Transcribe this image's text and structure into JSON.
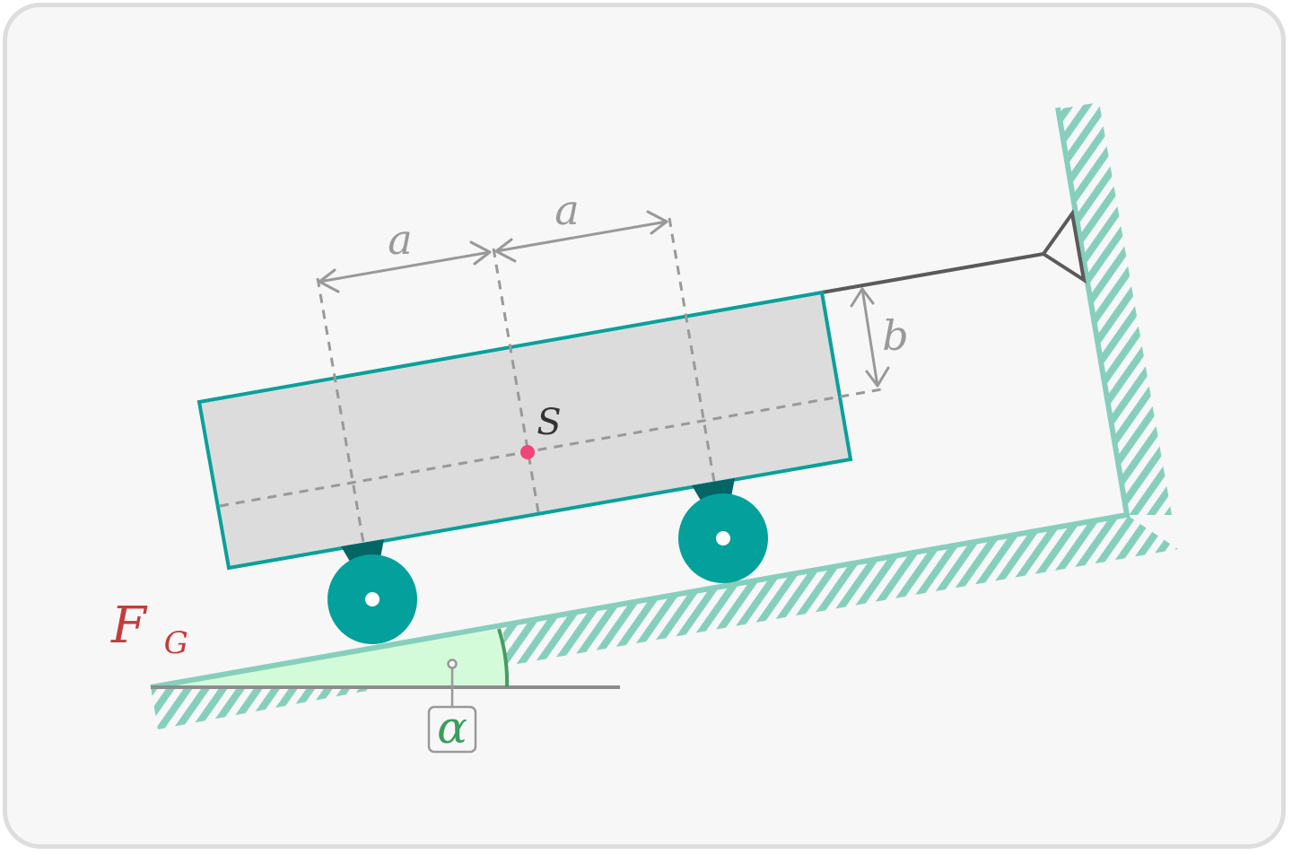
{
  "labels": {
    "dim_a_left": "a",
    "dim_a_right": "a",
    "dim_b": "b",
    "center_of_mass": "S",
    "force_main": "F",
    "force_sub": "G",
    "angle": "α"
  },
  "colors": {
    "ground_hatch": "#86cfbd",
    "body_stroke": "#0aa09b",
    "body_fill": "#dcdcdc",
    "wheel": "#03a09c",
    "wheel_strut": "#046565",
    "dimension": "#999999",
    "rope": "#5a5a5a",
    "center_point": "#f0457a",
    "force": "#c33c3c",
    "angle_fill": "#d4fbd9",
    "angle_stroke": "#4a9a64"
  }
}
